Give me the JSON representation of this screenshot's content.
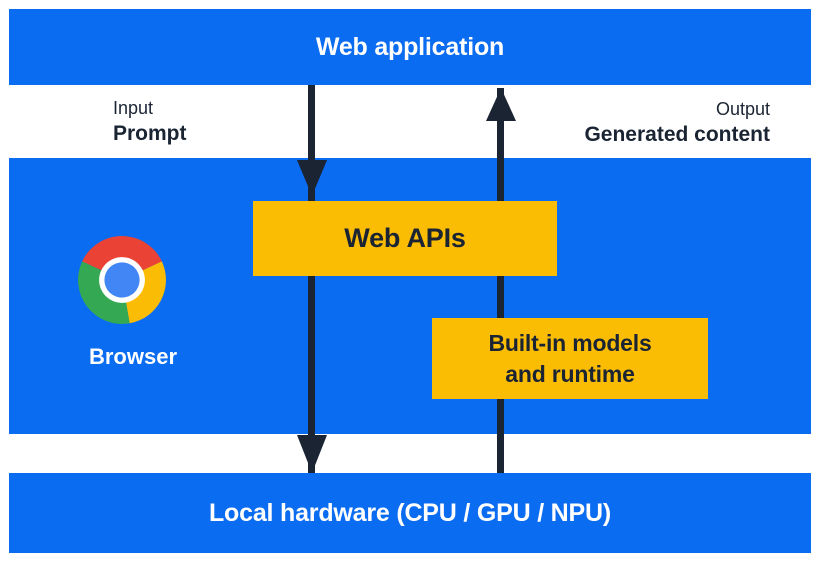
{
  "colors": {
    "blue": "#0a6cf1",
    "yellow": "#fbbc04",
    "ink": "#1a2433",
    "chrome_red": "#ea4335",
    "chrome_yellow": "#fbbc05",
    "chrome_green": "#34a853",
    "chrome_blue": "#4285f4"
  },
  "top_bar": {
    "label": "Web application"
  },
  "flow_labels": {
    "input_caption": "Input",
    "input_label": "Prompt",
    "output_caption": "Output",
    "output_label": "Generated content"
  },
  "browser_section": {
    "browser_label": "Browser",
    "browser_icon": "chrome-icon",
    "web_apis_label": "Web APIs",
    "builtin_label": "Built-in models\nand runtime"
  },
  "bottom_bar": {
    "label": "Local hardware (CPU / GPU / NPU)"
  }
}
